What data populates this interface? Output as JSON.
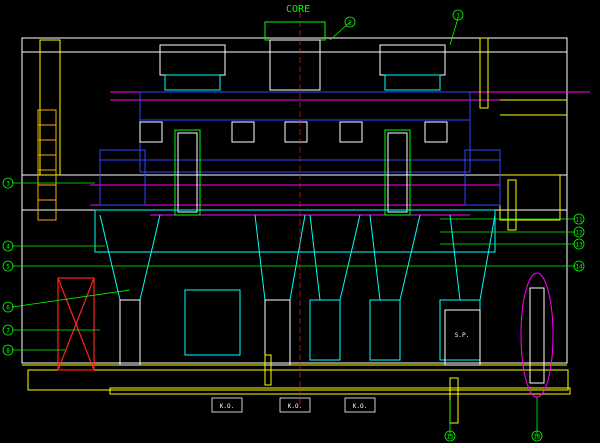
{
  "title": "CORE",
  "balloons": {
    "b1": "1",
    "b2": "2",
    "b3": "3",
    "b4": "4",
    "b5": "5",
    "b6": "6",
    "b7": "7",
    "b8": "8",
    "b11": "11",
    "b12": "12",
    "b13": "13",
    "b14": "14",
    "b15": "15",
    "b16": "16"
  },
  "kobox": {
    "k1": "K.O.",
    "k2": "K.O.",
    "k3": "K.O."
  },
  "spbox": "S.P.",
  "colors": {
    "frame": "#ffffff",
    "plate": "#ffff00",
    "cyan": "#00ffff",
    "magenta": "#ff00ff",
    "green": "#00ff00",
    "blue": "#3344ff",
    "red": "#ff2020",
    "orange": "#ff8800"
  }
}
